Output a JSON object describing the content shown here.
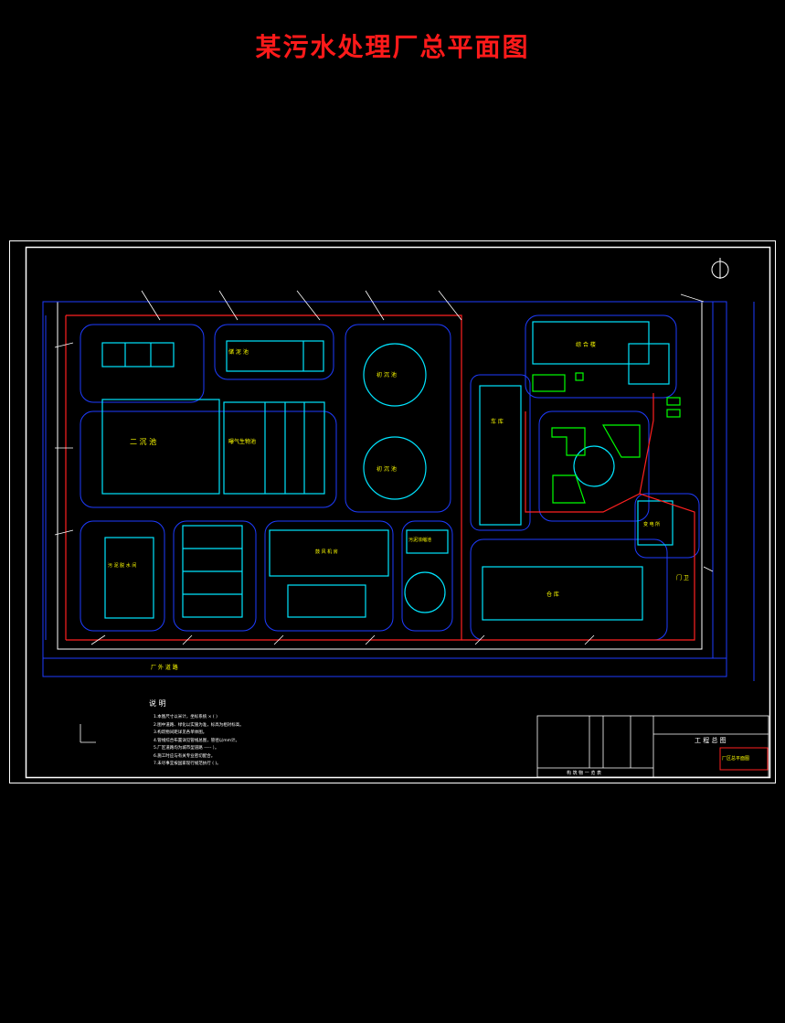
{
  "title": "某污水处理厂总平面图",
  "colors": {
    "background": "#000000",
    "title": "#ff1a1a",
    "frame": "#ffffff",
    "road": "#1e3cff",
    "building": "#00e5ff",
    "pipe": "#ff2020",
    "label": "#ffff00",
    "greenery": "#00ff00"
  },
  "buildings": {
    "secondary_clarifier": "二 沉 池",
    "aeration_tank": "曝气生物池",
    "clarifier_a": "初 沉 池",
    "clarifier_b": "初 沉 池",
    "office": "综 合 楼",
    "garage": "车 库",
    "warehouse": "仓 库",
    "dewatering": "污 泥 脱 水 间",
    "blower": "鼓 风 机 房",
    "gate": "门 卫",
    "sludge_thickener": "污泥浓缩池",
    "substation": "变 电 所",
    "storage": "储 泥 池"
  },
  "notes": {
    "heading": "说 明",
    "lines": [
      "1.本图尺寸以米计，坐标系统 ×  (    )",
      "2.图中道路、绿化以实施为准，标高为相对标高。",
      "3.构筑物间距详见各单体图。",
      "4.管线综合布置详见管线总图，管径以mm计。",
      "5.厂区道路均为城市型道路 -----  ）。",
      "6.施工时应与有关专业密切配合。",
      "7.未尽事宜按国家现行规范执行 (      )。"
    ]
  },
  "road_label": "厂 外 道 路",
  "title_block": {
    "project": "工 程 总 图",
    "drawing": "厂区总平面图",
    "table_title": "构 筑 物 一 览 表"
  }
}
